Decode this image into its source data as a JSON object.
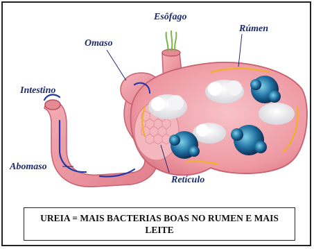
{
  "labels": {
    "esofago": "Esôfago",
    "rumen": "Rúmen",
    "omaso": "Omaso",
    "intestino": "Intestino",
    "abomaso": "Abomaso",
    "reticulo": "Retículo"
  },
  "caption": "UREIA = MAIS BACTERIAS BOAS NO RUMEN E MAIS LEITE",
  "colors": {
    "organ_fill": "#f1a0a8",
    "organ_dark": "#d9707e",
    "label_text": "#1b2a6b",
    "flow_blue": "#1f3aa8",
    "flow_yellow": "#f2b02a",
    "bacteria": "#1f6fa0"
  }
}
